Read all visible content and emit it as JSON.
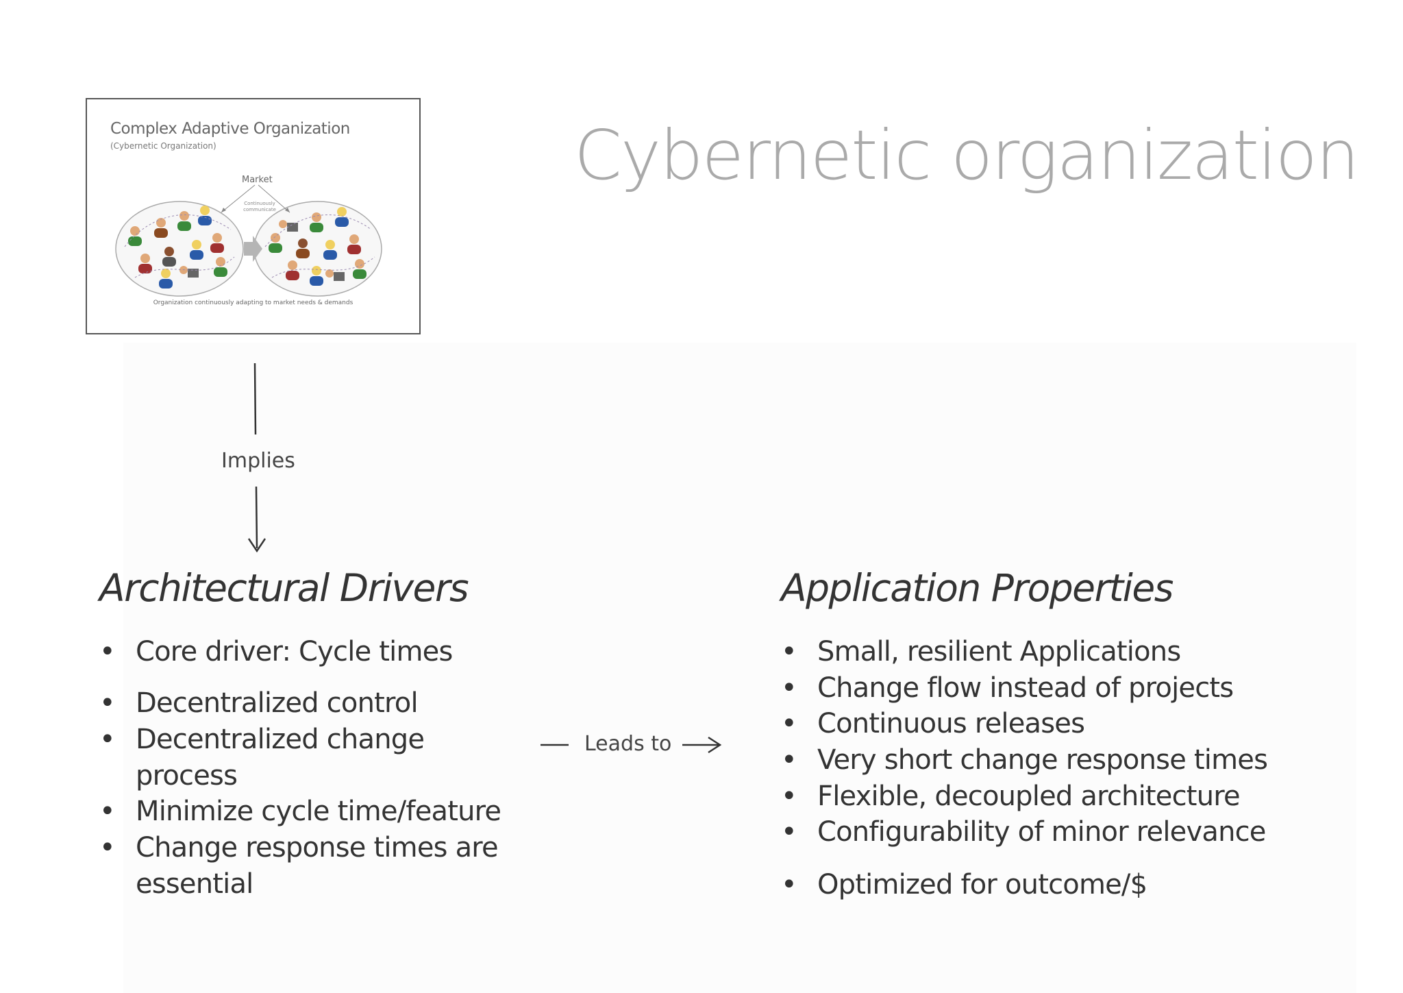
{
  "title": "Cybernetic organization",
  "thumbnail": {
    "title": "Complex Adaptive Organization",
    "subtitle": "(Cybernetic Organization)",
    "market_label": "Market",
    "communicate_label": "Continuously communicate",
    "caption": "Organization continuously adapting to market needs & demands"
  },
  "flow": {
    "implies_label": "Implies",
    "leads_to_label": "Leads to"
  },
  "left_column": {
    "heading": "Architectural Drivers",
    "bullets": [
      "Core driver: Cycle times",
      "Decentralized control",
      "Decentralized change process",
      "Minimize cycle time/feature",
      "Change response times are essential"
    ]
  },
  "right_column": {
    "heading": "Application Properties",
    "bullets": [
      "Small, resilient Applications",
      "Change flow instead of projects",
      "Continuous releases",
      "Very short change response times",
      "Flexible, decoupled architecture",
      "Configurability of minor relevance",
      "Optimized for outcome/$"
    ]
  }
}
